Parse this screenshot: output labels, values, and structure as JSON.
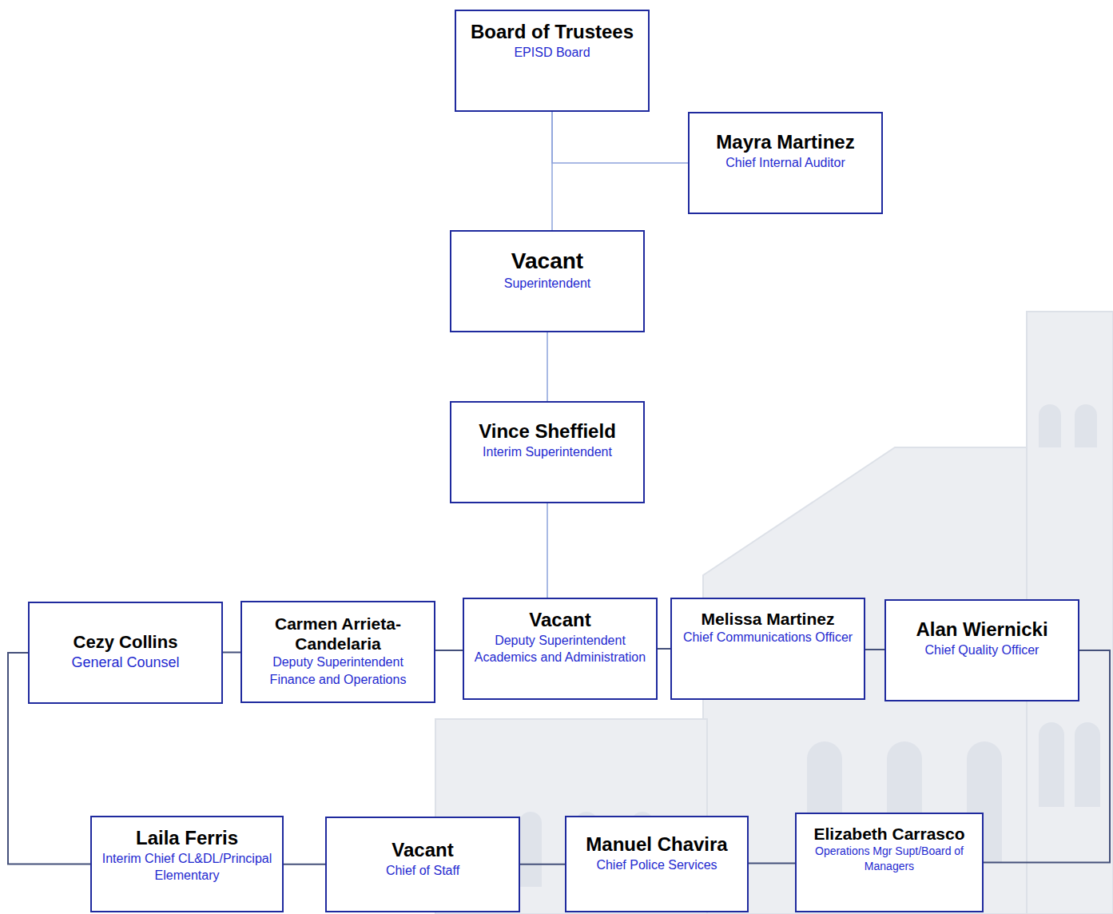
{
  "diagram": {
    "nodes": [
      {
        "text": [
          "Board of Trustees",
          "EPISD Board"
        ]
      },
      {
        "text": [
          "Mayra Martinez",
          "Chief Internal Auditor"
        ]
      },
      {
        "text": [
          "Vacant",
          "Superintendent"
        ]
      },
      {
        "text": [
          "Vince Sheffield",
          "Interim Superintendent"
        ]
      },
      {
        "text": [
          "Cezy Collins",
          "General Counsel"
        ]
      },
      {
        "text": [
          "Carmen Arrieta-Candelaria",
          "Deputy Superintendent Finance and Operations"
        ]
      },
      {
        "text": [
          "Vacant",
          "Deputy Superintendent Academics and Administration"
        ]
      },
      {
        "text": [
          "Melissa Martinez",
          "Chief Communications Officer"
        ]
      },
      {
        "text": [
          "Alan Wiernicki",
          "Chief Quality Officer"
        ]
      },
      {
        "text": [
          "Laila Ferris",
          "Interim Chief CL&DL/Principal Elementary"
        ]
      },
      {
        "text": [
          "Vacant",
          "Chief of Staff"
        ]
      },
      {
        "text": [
          "Manuel Chavira",
          "Chief Police Services"
        ]
      },
      {
        "text": [
          "Elizabeth Carrasco",
          "Operations Mgr Supt/Board of Managers"
        ]
      }
    ],
    "edges": [
      {
        "from": 0,
        "to": 1,
        "arrow": "none"
      },
      {
        "from": 0,
        "to": 2,
        "arrow": "none"
      },
      {
        "from": 2,
        "to": 3,
        "arrow": "none"
      },
      {
        "from": 3,
        "to": 6,
        "arrow": "none"
      },
      {
        "from": 4,
        "to": 5,
        "arrow": "none"
      },
      {
        "from": 5,
        "to": 6,
        "arrow": "none"
      },
      {
        "from": 6,
        "to": 7,
        "arrow": "none"
      },
      {
        "from": 7,
        "to": 8,
        "arrow": "none"
      },
      {
        "from": 4,
        "to": 9,
        "arrow": "none"
      },
      {
        "from": 8,
        "to": 12,
        "arrow": "none"
      },
      {
        "from": 9,
        "to": 10,
        "arrow": "none"
      },
      {
        "from": 10,
        "to": 11,
        "arrow": "none"
      },
      {
        "from": 11,
        "to": 12,
        "arrow": "none"
      }
    ]
  }
}
